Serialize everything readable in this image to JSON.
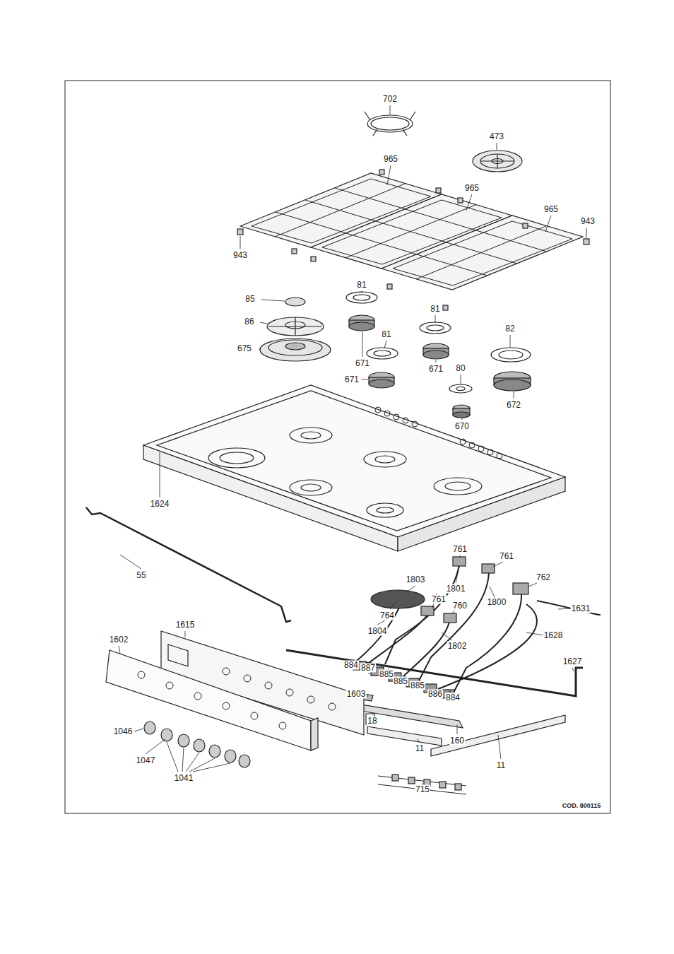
{
  "diagram": {
    "labels": [
      "702",
      "473",
      "965",
      "965",
      "965",
      "943",
      "943",
      "81",
      "85",
      "81",
      "86",
      "81",
      "82",
      "675",
      "671",
      "671",
      "80",
      "671",
      "672",
      "670",
      "1624",
      "761",
      "761",
      "55",
      "762",
      "1803",
      "1801",
      "761",
      "1800",
      "760",
      "1631",
      "764",
      "1615",
      "1804",
      "1628",
      "1602",
      "1802",
      "1627",
      "884",
      "887",
      "885",
      "885",
      "885",
      "1603",
      "886",
      "884",
      "18",
      "1046",
      "160",
      "11",
      "1047",
      "11",
      "1041",
      "715",
      "COD. 800115"
    ]
  }
}
